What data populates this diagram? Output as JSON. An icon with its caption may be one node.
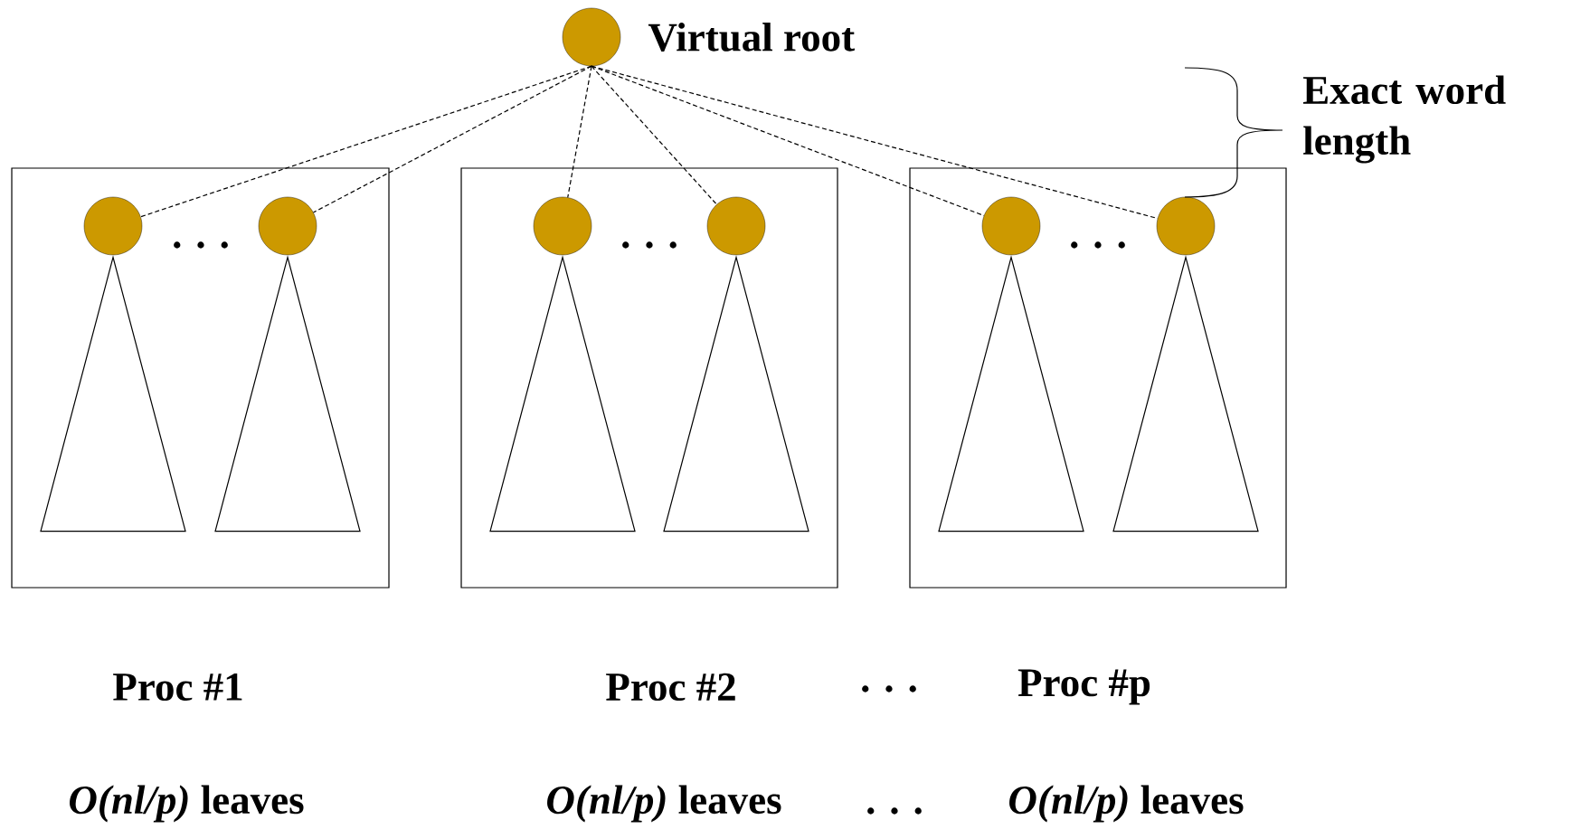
{
  "diagram": {
    "nodes": [
      {
        "text": [],
        "shape": "circle",
        "beside": [
          "Virtual root"
        ]
      },
      {
        "text": [],
        "shape": "box"
      },
      {
        "text": [],
        "shape": "circle",
        "in": 1
      },
      {
        "text": [],
        "shape": "circle",
        "in": 1
      },
      {
        "text": [],
        "shape": "triangle",
        "in": 1
      },
      {
        "text": [],
        "shape": "triangle",
        "in": 1
      },
      {
        "text": [],
        "shape": "box"
      },
      {
        "text": [],
        "shape": "circle",
        "in": 6
      },
      {
        "text": [],
        "shape": "circle",
        "in": 6
      },
      {
        "text": [],
        "shape": "triangle",
        "in": 6
      },
      {
        "text": [],
        "shape": "triangle",
        "in": 6
      },
      {
        "text": [],
        "shape": "box"
      },
      {
        "text": [],
        "shape": "circle",
        "in": 11
      },
      {
        "text": [],
        "shape": "circle",
        "in": 11
      },
      {
        "text": [],
        "shape": "triangle",
        "in": 11
      },
      {
        "text": [],
        "shape": "triangle",
        "in": 11
      }
    ],
    "edges": [
      {
        "from": 0,
        "to": 2,
        "arrow": "none",
        "style": "dashed"
      },
      {
        "from": 0,
        "to": 3,
        "arrow": "none",
        "style": "dashed"
      },
      {
        "from": 0,
        "to": 7,
        "arrow": "none",
        "style": "dashed"
      },
      {
        "from": 0,
        "to": 8,
        "arrow": "none",
        "style": "dashed"
      },
      {
        "from": 0,
        "to": 12,
        "arrow": "none",
        "style": "dashed"
      },
      {
        "from": 0,
        "to": 13,
        "arrow": "none",
        "style": "dashed"
      }
    ],
    "labels": [
      "Exact word length",
      ". . .",
      ". . .",
      ". . .",
      "Proc #1",
      "Proc #2",
      ". . .",
      "Proc #p",
      "*O(nl/p)* leaves",
      "*O(nl/p)* leaves",
      ". . .",
      "*O(nl/p)* leaves"
    ]
  }
}
